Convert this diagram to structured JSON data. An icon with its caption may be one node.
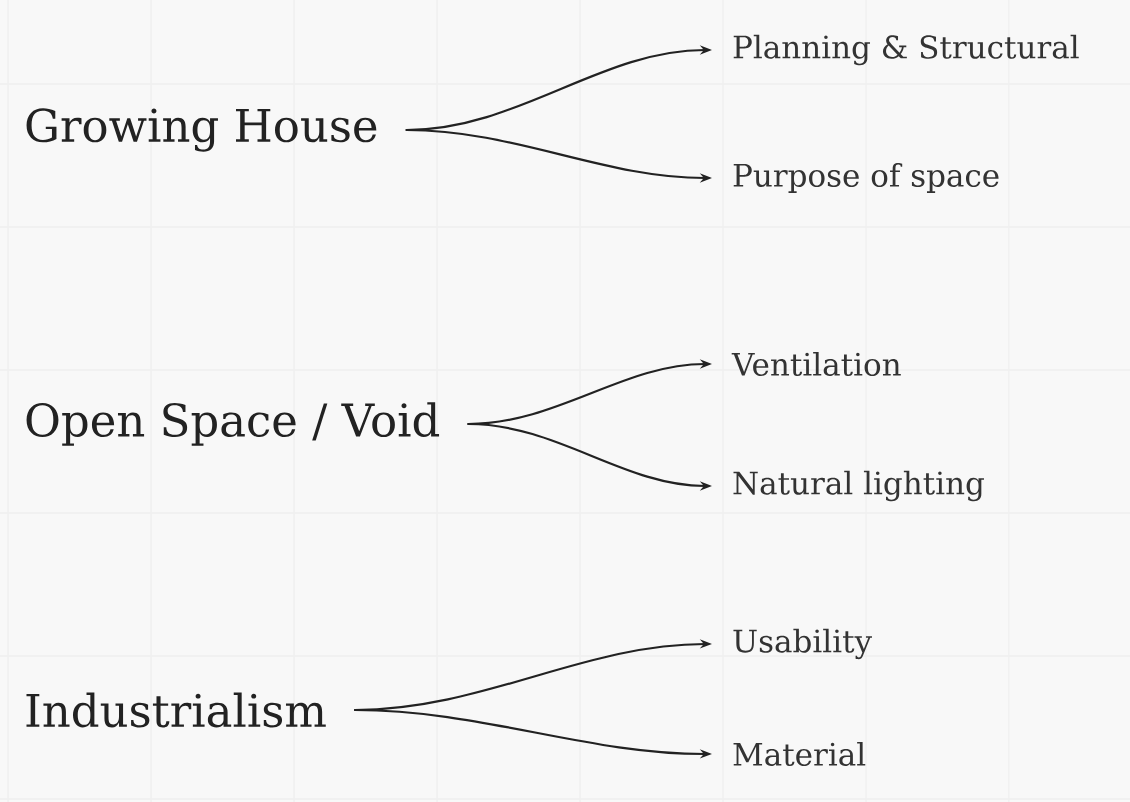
{
  "diagram": {
    "nodes": [
      {
        "text": [
          "Growing House"
        ]
      },
      {
        "text": [
          "Planning & Structural"
        ]
      },
      {
        "text": [
          "Purpose of space"
        ]
      },
      {
        "text": [
          "Open Space / Void"
        ]
      },
      {
        "text": [
          "Ventilation"
        ]
      },
      {
        "text": [
          "Natural lighting"
        ]
      },
      {
        "text": [
          "Industrialism"
        ]
      },
      {
        "text": [
          "Usability"
        ]
      },
      {
        "text": [
          "Material"
        ]
      }
    ],
    "edges": [
      {
        "from": 0,
        "to": 1,
        "arrow": "to"
      },
      {
        "from": 0,
        "to": 2,
        "arrow": "to"
      },
      {
        "from": 3,
        "to": 4,
        "arrow": "to"
      },
      {
        "from": 3,
        "to": 5,
        "arrow": "to"
      },
      {
        "from": 6,
        "to": 7,
        "arrow": "to"
      },
      {
        "from": 6,
        "to": 8,
        "arrow": "to"
      }
    ]
  }
}
